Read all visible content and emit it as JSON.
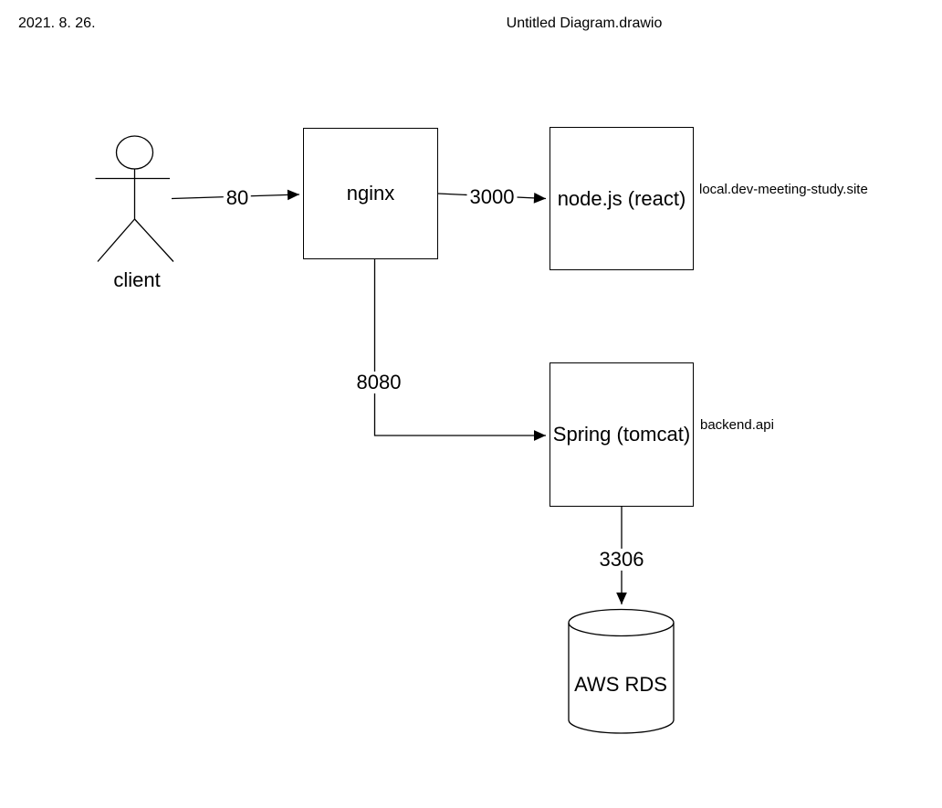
{
  "page": {
    "date": "2021. 8. 26.",
    "title": "Untitled Diagram.drawio",
    "background_color": "#ffffff",
    "stroke_color": "#000000"
  },
  "diagram": {
    "nodes": {
      "client": {
        "type": "actor",
        "label": "client"
      },
      "nginx": {
        "type": "box",
        "label": "nginx"
      },
      "node_js": {
        "type": "box",
        "label": "node.js (react)",
        "annotation": "local.dev-meeting-study.site"
      },
      "spring": {
        "type": "box",
        "label": "Spring (tomcat)",
        "annotation": "backend.api"
      },
      "aws_rds": {
        "type": "cylinder",
        "label": "AWS RDS"
      }
    },
    "edges": [
      {
        "from": "client",
        "to": "nginx",
        "port": "80"
      },
      {
        "from": "nginx",
        "to": "node_js",
        "port": "3000"
      },
      {
        "from": "nginx",
        "to": "spring",
        "port": "8080"
      },
      {
        "from": "spring",
        "to": "aws_rds",
        "port": "3306"
      }
    ]
  }
}
